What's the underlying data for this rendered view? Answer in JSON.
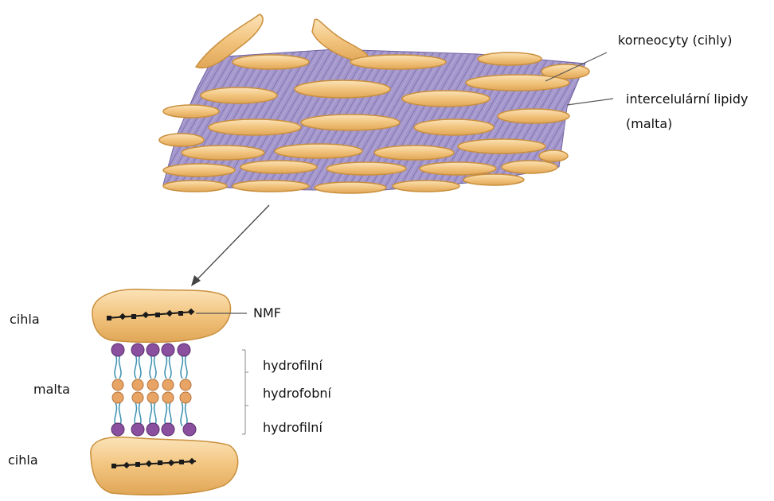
{
  "labels": {
    "corneocytes": "korneocyty (cihly)",
    "lipids_line1": "intercelulární lipidy",
    "lipids_line2": "(malta)",
    "nmf": "NMF",
    "brick_top": "cihla",
    "mortar": "malta",
    "brick_bottom": "cihla",
    "hydrophilic_top": "hydrofilní",
    "hydrophobic": "hydrofobní",
    "hydrophilic_bottom": "hydrofilní"
  },
  "colors": {
    "cell_fill": "#f2c47e",
    "cell_edge": "#c98f3c",
    "lipid_matrix": "#9b8fc4",
    "lipid_stripes": "#6f63a0",
    "head_hydrophilic": "#8a4f9e",
    "head_hydrophobic": "#e8a464",
    "tail": "#3a8fb0",
    "nmf_marks": "#1a1a1a",
    "lines": "#555555"
  }
}
